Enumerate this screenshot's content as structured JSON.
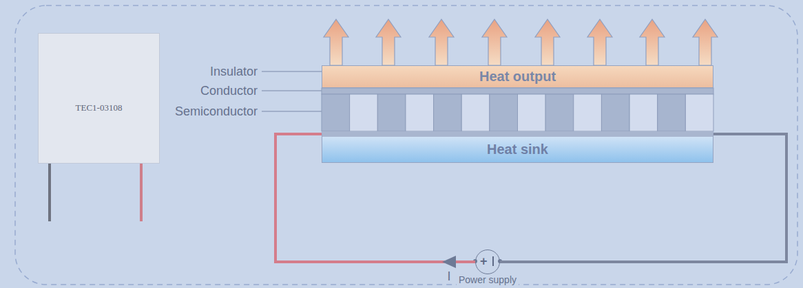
{
  "diagram": {
    "nodes": [
      {
        "text": [
          "TEC1-03108"
        ]
      },
      {
        "text": [
          "Heat output"
        ]
      },
      {
        "text": [
          "Heat sink"
        ]
      },
      {
        "text": [
          "+",
          "Power supply"
        ]
      }
    ],
    "edges": [
      {
        "from": 3,
        "to": 2,
        "arrow": "to",
        "label": "I"
      },
      {
        "from": 2,
        "to": 3,
        "arrow": "none"
      }
    ],
    "labels": [
      "Insulator",
      "Conductor",
      "Semiconductor"
    ]
  }
}
